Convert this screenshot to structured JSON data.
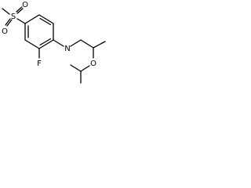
{
  "molecule": {
    "atoms": {
      "sulfur": "S",
      "sulfonyl_oxygen_top": "O",
      "sulfonyl_oxygen_bottom": "O",
      "fluorine": "F",
      "morpholine_nitrogen": "N",
      "morpholine_oxygen": "O"
    },
    "colors": {
      "bond": "#000000",
      "label": "#000000",
      "background": "#ffffff"
    }
  }
}
